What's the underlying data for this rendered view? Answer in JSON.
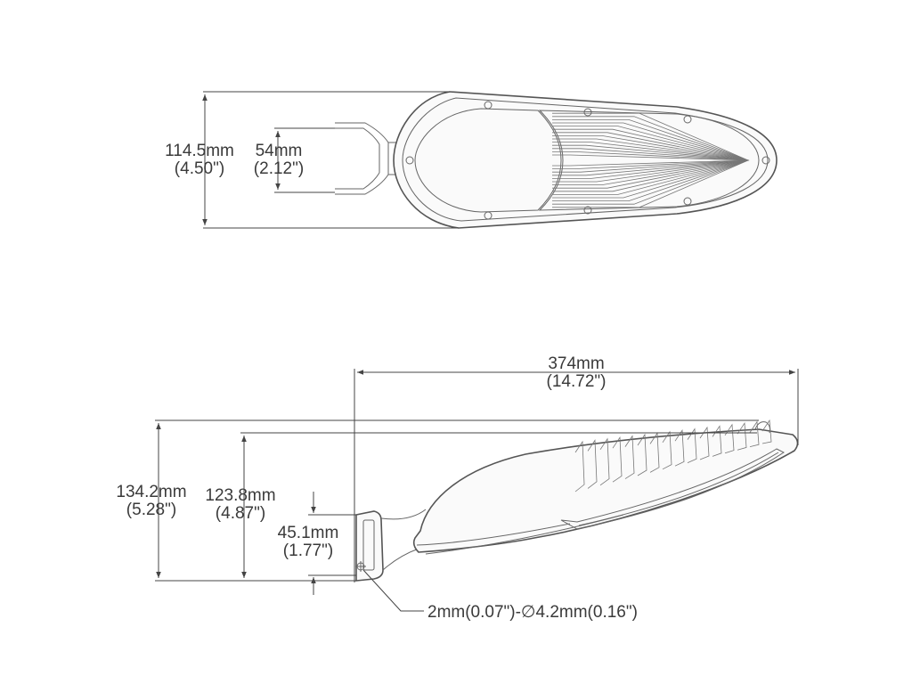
{
  "views": {
    "top": {
      "dimensions": [
        {
          "id": "width_overall",
          "mm": "114.5mm",
          "in": "(4.50\")"
        },
        {
          "id": "bracket_width",
          "mm": "54mm",
          "in": "(2.12\")"
        }
      ]
    },
    "side": {
      "dimensions": [
        {
          "id": "length_overall",
          "mm": "374mm",
          "in": "(14.72\")"
        },
        {
          "id": "height_overall",
          "mm": "134.2mm",
          "in": "(5.28\")"
        },
        {
          "id": "height_body",
          "mm": "123.8mm",
          "in": "(4.87\")"
        },
        {
          "id": "mount_height",
          "mm": "45.1mm",
          "in": "(1.77\")"
        }
      ],
      "callout": "2mm(0.07\")-∅4.2mm(0.16\")"
    }
  },
  "colors": {
    "line": "#555555",
    "text": "#3a3a3a"
  }
}
